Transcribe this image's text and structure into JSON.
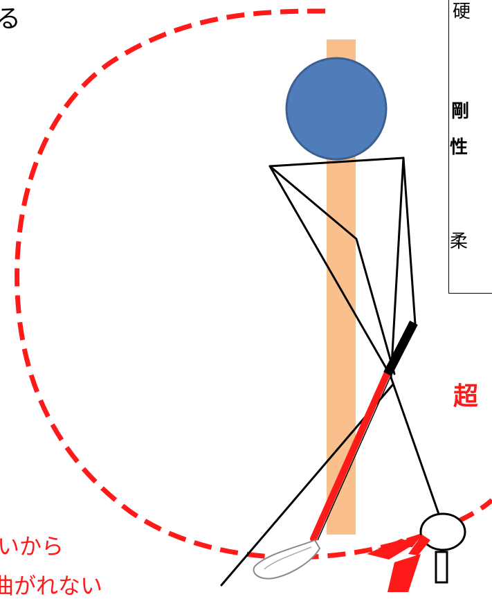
{
  "corner_text": "る",
  "legend": {
    "top_label": "硬",
    "middle_label_1": "剛",
    "middle_label_2": "性",
    "bottom_label": "柔"
  },
  "side_label": "超",
  "bottom_note": {
    "line1": "いから",
    "line2": "曲がれない"
  },
  "colors": {
    "arc": "#ff1a1a",
    "head_fill": "#4f7dba",
    "head_stroke": "#3a5f90",
    "spine_bar": "#f9c08e",
    "shaft": "#ff1a1a",
    "grip": "#000000",
    "arrow_fill": "#00e5ee",
    "text_red": "#ff1a1a"
  }
}
